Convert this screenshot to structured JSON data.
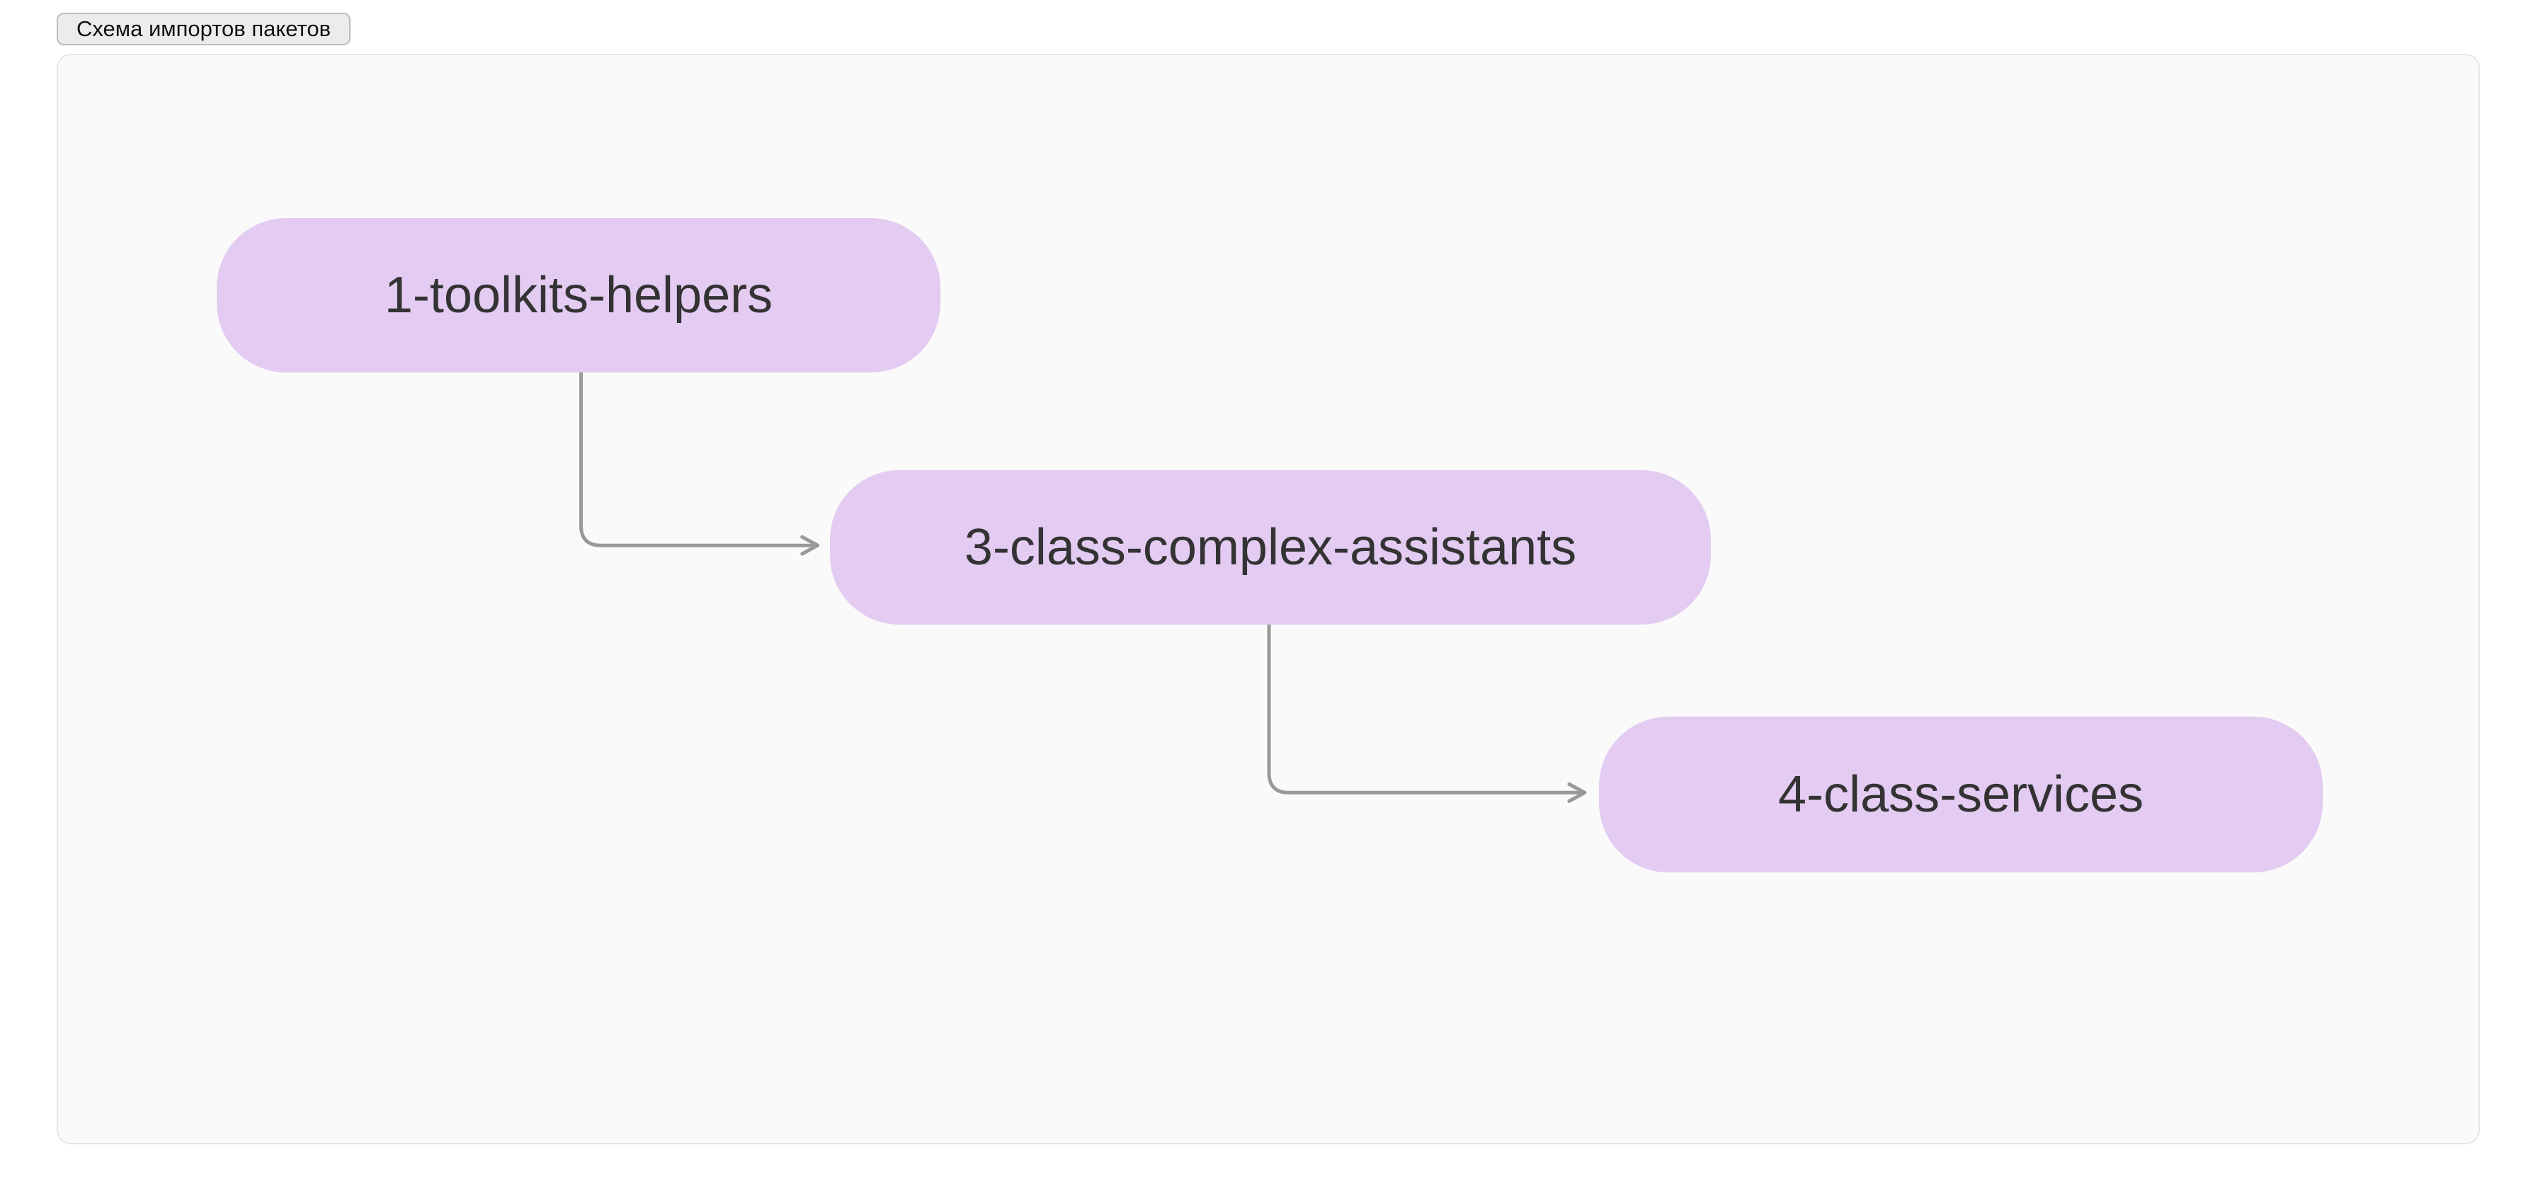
{
  "toolbar": {
    "diagram_toggle_label": "Схема импортов пакетов"
  },
  "diagram": {
    "type": "flowchart-left-to-right",
    "nodes": [
      {
        "id": "1-toolkits-helpers",
        "label": "1-toolkits-helpers"
      },
      {
        "id": "3-class-complex-assistants",
        "label": "3-class-complex-assistants"
      },
      {
        "id": "4-class-services",
        "label": "4-class-services"
      }
    ],
    "edges": [
      {
        "from": "1-toolkits-helpers",
        "to": "3-class-complex-assistants"
      },
      {
        "from": "3-class-complex-assistants",
        "to": "4-class-services"
      }
    ],
    "colors": {
      "node_fill": "#e3cbf2",
      "node_text": "#333333",
      "edge_stroke": "#999999",
      "panel_background": "#fafafa",
      "panel_border": "#e6e6e6",
      "page_background": "#ffffff"
    }
  }
}
